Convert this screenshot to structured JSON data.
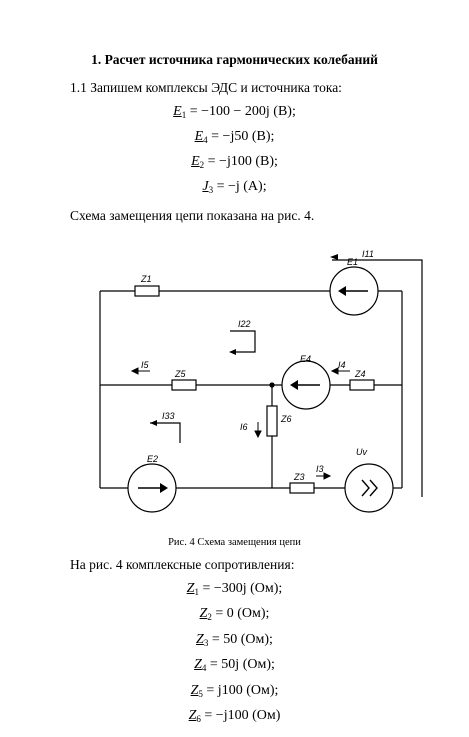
{
  "heading": "1. Расчет источника гармонических колебаний",
  "para1": "1.1 Запишем комплексы ЭДС и источника тока:",
  "emf": [
    {
      "sym": "E",
      "sub": "1",
      "rest": " = −100 − 200j (B);"
    },
    {
      "sym": "E",
      "sub": "4",
      "rest": " = −j50 (B);"
    },
    {
      "sym": "E",
      "sub": "2",
      "rest": " = −j100 (B);"
    },
    {
      "sym": "J",
      "sub": "3",
      "rest": " = −j (A);"
    }
  ],
  "para2": "Схема замещения цепи показана на рис. 4.",
  "figure": {
    "caption": "Рис. 4 Схема замещения цепи",
    "labels": {
      "I11": "I11",
      "E1": "E1",
      "Z1": "Z1",
      "I22": "I22",
      "E4": "E4",
      "I4": "I4",
      "I5": "I5",
      "Z5": "Z5",
      "Z4": "Z4",
      "Z6": "Z6",
      "I33": "I33",
      "I6": "I6",
      "E2": "E2",
      "Uv": "Uv",
      "I3": "I3",
      "Z3": "Z3"
    }
  },
  "para3": "На рис. 4 комплексные сопротивления:",
  "imp": [
    {
      "sym": "Z",
      "sub": "1",
      "rest": " = −300j (Ом);"
    },
    {
      "sym": "Z",
      "sub": "2",
      "rest": " = 0 (Ом);"
    },
    {
      "sym": "Z",
      "sub": "3",
      "rest": " = 50 (Ом);"
    },
    {
      "sym": "Z",
      "sub": "4",
      "rest": " = 50j (Ом);"
    },
    {
      "sym": "Z",
      "sub": "5",
      "rest": " = j100 (Ом);"
    },
    {
      "sym": "Z",
      "sub": "6",
      "rest": " = −j100 (Ом)"
    }
  ]
}
